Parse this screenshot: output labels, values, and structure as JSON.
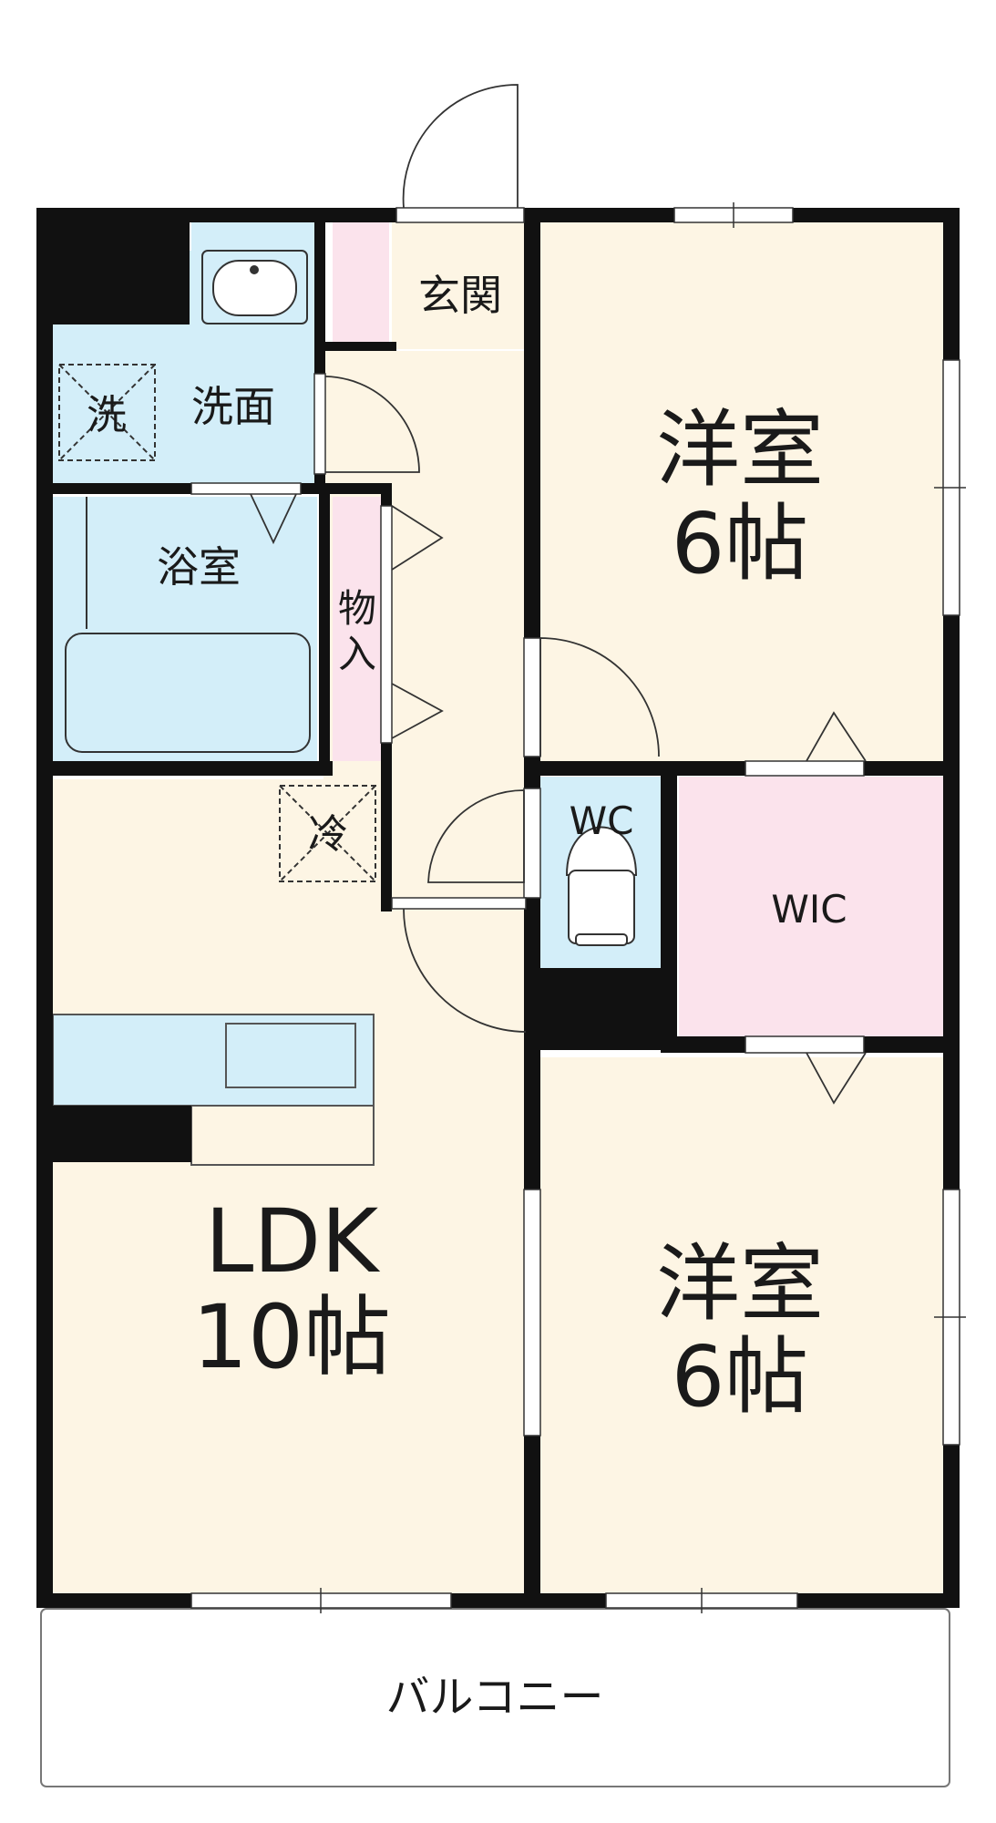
{
  "rooms": {
    "entrance": "玄関",
    "washroom": "洗面",
    "washer": "洗",
    "bathroom": "浴室",
    "storage_line1": "物",
    "storage_line2": "入",
    "fridge": "冷",
    "western_top_name": "洋室",
    "western_top_size": "6帖",
    "wc": "WC",
    "wic": "WIC",
    "ldk_name": "LDK",
    "ldk_size": "10帖",
    "western_bottom_name": "洋室",
    "western_bottom_size": "6帖",
    "balcony": "バルコニー"
  },
  "colors": {
    "wall": "#111111",
    "floor_beige": "#fdf5e4",
    "wet_blue": "#d3eef9",
    "closet_pink": "#fbe3ec",
    "line": "#333333"
  }
}
